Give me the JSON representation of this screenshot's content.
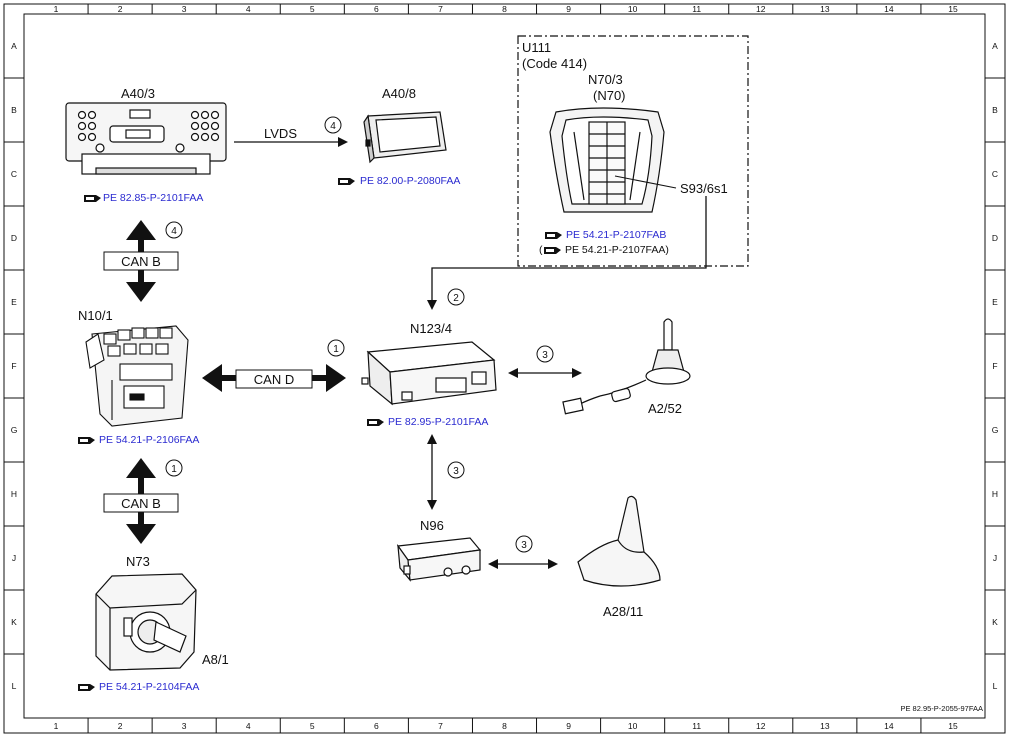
{
  "grid": {
    "columns": [
      "1",
      "2",
      "3",
      "4",
      "5",
      "6",
      "7",
      "8",
      "9",
      "10",
      "11",
      "12",
      "13",
      "14",
      "15"
    ],
    "rows": [
      "A",
      "B",
      "C",
      "D",
      "E",
      "F",
      "G",
      "H",
      "J",
      "K",
      "L"
    ]
  },
  "components": {
    "a40_3": "A40/3",
    "a40_8": "A40/8",
    "u111": "U111",
    "code414": "(Code 414)",
    "n70_3": "N70/3",
    "n70": "(N70)",
    "s93": "S93/6s1",
    "n10_1": "N10/1",
    "n123_4": "N123/4",
    "a2_52": "A2/52",
    "n73": "N73",
    "a8_1": "A8/1",
    "n96": "N96",
    "a28_11": "A28/11"
  },
  "connections": {
    "lvds": "LVDS",
    "can_b_top": "CAN B",
    "can_d": "CAN D",
    "can_b_bottom": "CAN B"
  },
  "markers": {
    "lvds": "4",
    "can_b_top": "4",
    "u111_link": "2",
    "can_d": "1",
    "a2_52_link": "3",
    "n96_link": "3",
    "a28_link": "3",
    "can_b_bottom": "1"
  },
  "references": {
    "a40_3": "PE 82.85-P-2101FAA",
    "a40_8": "PE 82.00-P-2080FAA",
    "n70_primary": "PE 54.21-P-2107FAB",
    "n70_alt": "PE 54.21-P-2107FAA)",
    "n70_alt_open": "(",
    "n10_1": "PE 54.21-P-2106FAA",
    "n123_4": "PE 82.95-P-2101FAA",
    "a8_1": "PE 54.21-P-2104FAA"
  },
  "footer": "PE 82.95-P-2055-97FAA",
  "colors": {
    "link_blue": "#2a2ad0",
    "line": "#111111"
  }
}
